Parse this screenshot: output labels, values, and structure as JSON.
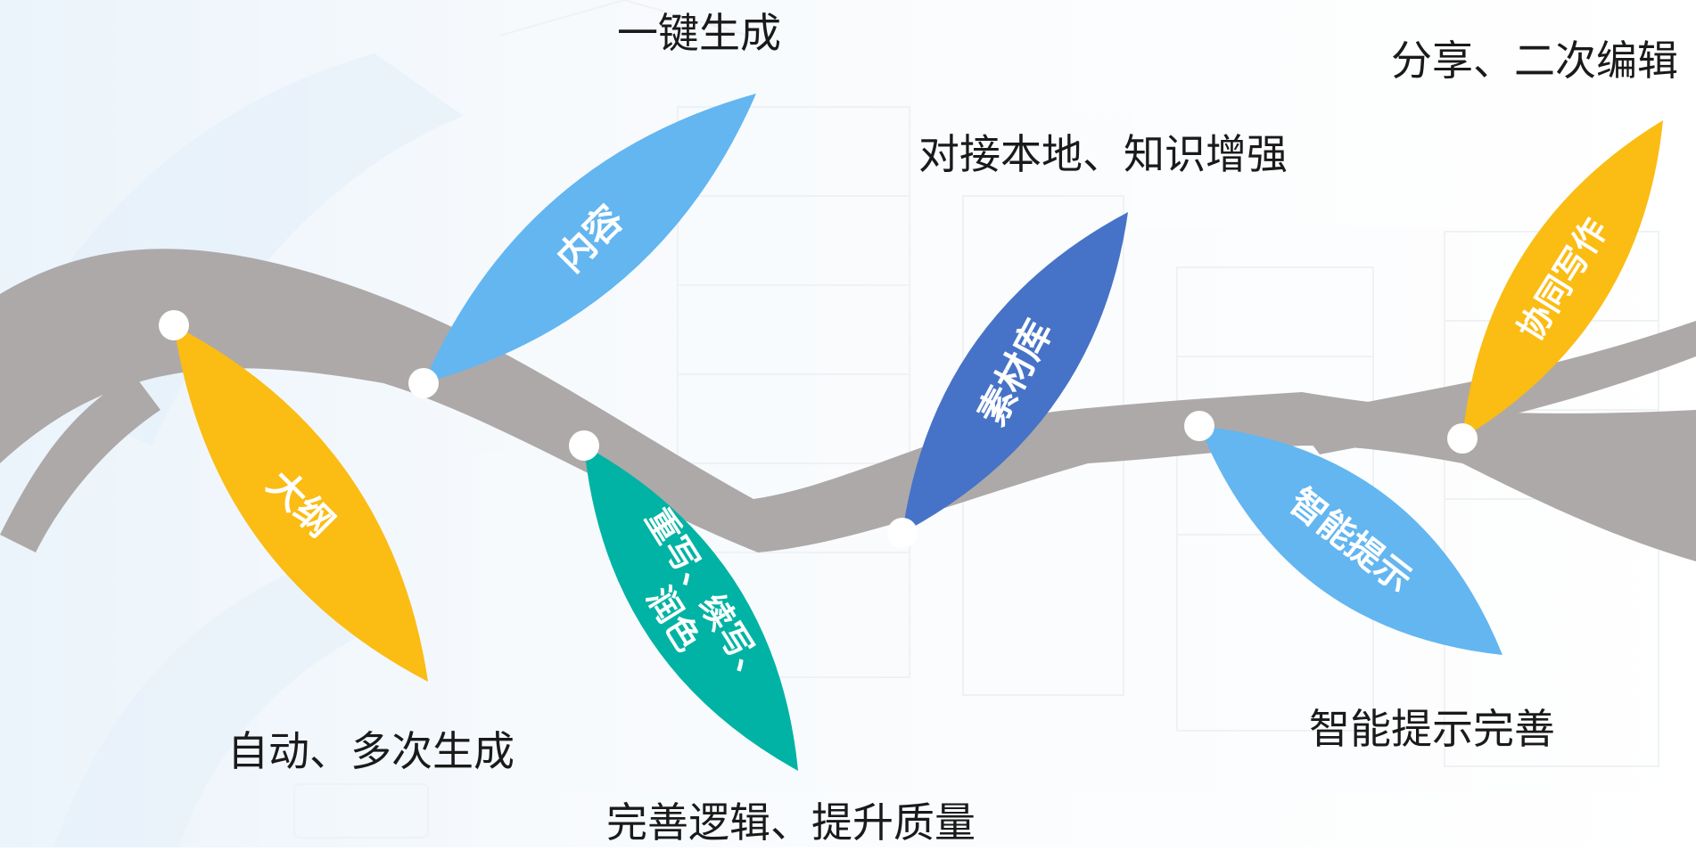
{
  "colors": {
    "yellow": "#FBBC13",
    "light_blue": "#63B6F0",
    "teal": "#00B3A4",
    "dark_blue": "#4673C7",
    "branch": "#ADA9A9",
    "node": "#ffffff"
  },
  "leaves": [
    {
      "id": "outline",
      "label": "大纲",
      "caption": "自动、多次生成",
      "color": "#FBBC13"
    },
    {
      "id": "content",
      "label": "内容",
      "caption": "一键生成",
      "color": "#63B6F0"
    },
    {
      "id": "rewrite",
      "label_lines": [
        "重写、续写、",
        "润色"
      ],
      "caption": "完善逻辑、提升质量",
      "color": "#00B3A4"
    },
    {
      "id": "material",
      "label": "素材库",
      "caption": "对接本地、知识增强",
      "color": "#4673C7"
    },
    {
      "id": "hint",
      "label": "智能提示",
      "caption": "智能提示完善",
      "color": "#63B6F0"
    },
    {
      "id": "collab",
      "label": "协同写作",
      "caption": "分享、二次编辑",
      "color": "#FBBC13"
    }
  ]
}
